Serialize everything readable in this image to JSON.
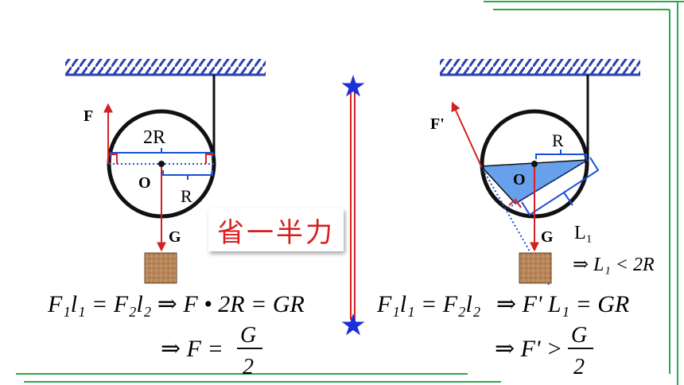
{
  "left_diagram": {
    "force_label": "F",
    "diameter_label": "2R",
    "center_label": "O",
    "radius_label": "R",
    "weight_label": "G",
    "equation": "F₁l₁ = F₂l₂ ⇒ F • 2R = GR",
    "result_prefix": "⇒ F =",
    "result_numerator": "G",
    "result_denominator": "2"
  },
  "badge": {
    "text": "省一半力"
  },
  "right_diagram": {
    "force_label": "F'",
    "radius_label": "R",
    "center_label": "O",
    "arm_label": "L₁",
    "weight_label": "G",
    "inequality": "⇒ L₁ < 2R",
    "equation_left": "F₁l₁ = F₂l₂",
    "equation_right": "⇒ F' L₁ = GR",
    "result_prefix": "⇒ F' >",
    "result_numerator": "G",
    "result_denominator": "2"
  },
  "colors": {
    "ceiling": "#2b3fb0",
    "force": "#d42020",
    "dimension": "#1a4fd8",
    "shading": "#4f8fe8",
    "block": "#b08050",
    "frame": "#2aa84a",
    "star": "#1c2fd8",
    "divider": "#d42020"
  }
}
